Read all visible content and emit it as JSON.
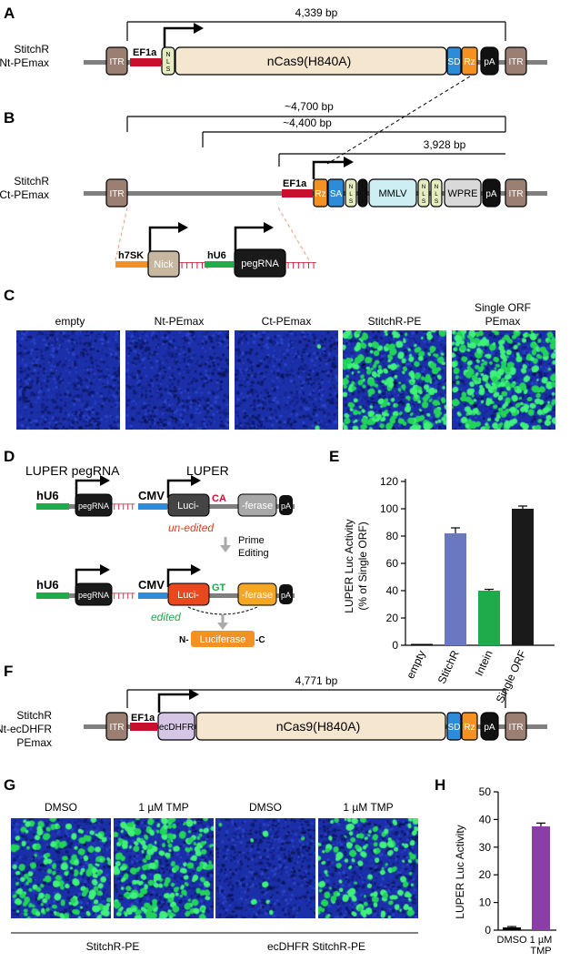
{
  "panels": {
    "A": "A",
    "B": "B",
    "C": "C",
    "D": "D",
    "E": "E",
    "F": "F",
    "G": "G",
    "H": "H"
  },
  "panel_a": {
    "construct_line1": "StitchR",
    "construct_line2": "Nt-PEmax",
    "size": "4,339 bp",
    "itr": "ITR",
    "promoter": "EF1a",
    "nls": "N L S",
    "cas": "nCas9(H840A)",
    "sd": "SD",
    "rz": "Rz",
    "pa": "pA"
  },
  "panel_b": {
    "construct_line1": "StitchR",
    "construct_line2": "Ct-PEmax",
    "size1": "~4,700 bp",
    "size2": "~4,400 bp",
    "size3": "3,928 bp",
    "itr": "ITR",
    "promoter": "EF1a",
    "rz": "Rz",
    "sa": "SA",
    "nls": "N L S",
    "mmlv": "MMLV",
    "wpre": "WPRE",
    "pa": "pA",
    "h7sk": "h7SK",
    "nick": "Nick",
    "hu6": "hU6",
    "pegrna": "pegRNA"
  },
  "panel_c": {
    "labels": [
      "empty",
      "Nt-PEmax",
      "Ct-PEmax",
      "StitchR-PE"
    ],
    "last_label_line1": "Single ORF",
    "last_label_line2": "PEmax"
  },
  "panel_d": {
    "title_left": "LUPER pegRNA",
    "title_right": "LUPER",
    "hu6": "hU6",
    "pegrna": "pegRNA",
    "cmv": "CMV",
    "luci": "Luci-",
    "ferase": "-ferase",
    "pa": "pA",
    "ca": "CA",
    "gt": "GT",
    "unedited": "un-edited",
    "edited": "edited",
    "prime": "Prime",
    "editing": "Editing",
    "luciferase": "Luciferase",
    "n_term": "N-",
    "c_term": "-C"
  },
  "chart_data": [
    {
      "type": "bar",
      "panel": "E",
      "ylabel_line1": "LUPER Luc Activity",
      "ylabel_line2": "(% of Single ORF)",
      "categories": [
        "empty",
        "StitchR",
        "Intein",
        "Single ORF"
      ],
      "values": [
        0,
        82,
        40,
        100
      ],
      "errors": [
        0,
        4,
        1,
        2
      ],
      "colors": [
        "#000000",
        "#6a78c2",
        "#1faa4b",
        "#1a1a1a"
      ],
      "ylim": [
        0,
        120
      ],
      "yticks": [
        "0",
        "20",
        "40",
        "60",
        "80",
        "100",
        "120"
      ]
    },
    {
      "type": "bar",
      "panel": "H",
      "ylabel": "LUPER Luc Activity",
      "categories": [
        "DMSO",
        "1 µM TMP"
      ],
      "values": [
        1,
        37.5
      ],
      "errors": [
        0.3,
        1.2
      ],
      "colors": [
        "#000000",
        "#8a3fa6"
      ],
      "ylim": [
        0,
        50
      ],
      "yticks": [
        "0",
        "10",
        "20",
        "30",
        "40",
        "50"
      ]
    }
  ],
  "panel_f": {
    "construct_line1": "StitchR",
    "construct_line2": "Nt-ecDHFR",
    "construct_line3": "PEmax",
    "size": "4,771 bp",
    "itr": "ITR",
    "promoter": "EF1a",
    "ecdhfr": "ecDHFR",
    "cas": "nCas9(H840A)",
    "sd": "SD",
    "rz": "Rz",
    "pa": "pA"
  },
  "panel_g": {
    "labels": [
      "DMSO",
      "1 µM TMP",
      "DMSO",
      "1 µM TMP"
    ],
    "group1": "StitchR-PE",
    "group2": "ecDHFR StitchR-PE"
  }
}
